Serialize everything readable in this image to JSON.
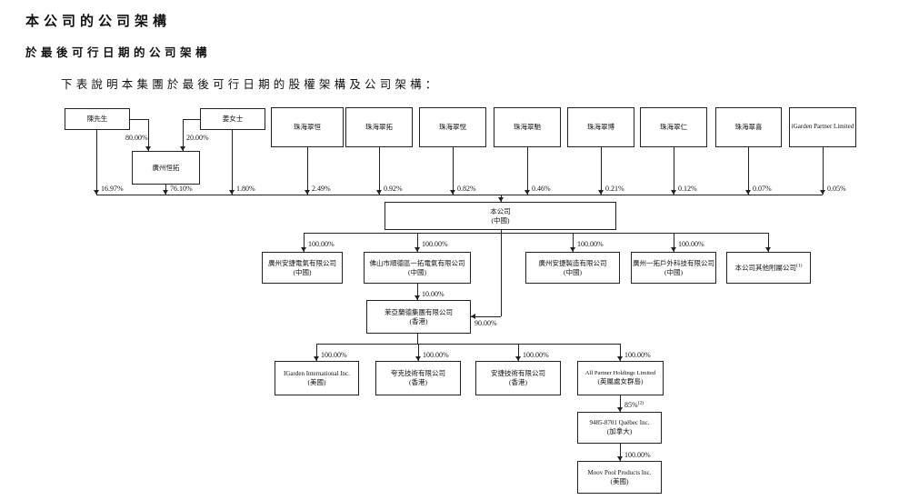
{
  "page": {
    "title": "本公司的公司架構",
    "subtitle": "於最後可行日期的公司架構",
    "intro": "下表說明本集團於最後可行日期的股權架構及公司架構："
  },
  "colors": {
    "ink": "#111111",
    "background": "#ffffff"
  },
  "structure": {
    "individuals": [
      {
        "name": "陳先生",
        "stake_in_hengtuo": "80.00%",
        "stake_in_company": "16.97%"
      },
      {
        "name": "姜女士",
        "stake_in_hengtuo": "20.00%",
        "stake_in_company": "1.80%"
      }
    ],
    "intermediate_holdco": {
      "name": "廣州恒拓",
      "stake_in_company": "76.10%"
    },
    "top_shareholders": [
      {
        "name": "珠海翠恒",
        "pct": "2.49%"
      },
      {
        "name": "珠海翠拓",
        "pct": "0.92%"
      },
      {
        "name": "珠海翠悅",
        "pct": "0.82%"
      },
      {
        "name": "珠海翠馳",
        "pct": "0.46%"
      },
      {
        "name": "珠海翠博",
        "pct": "0.21%"
      },
      {
        "name": "珠海翠仁",
        "pct": "0.12%"
      },
      {
        "name": "珠海翠喜",
        "pct": "0.07%"
      },
      {
        "name": "iGarden Partner Limited",
        "pct": "0.05%"
      }
    ],
    "company": {
      "name": "本公司",
      "jurisdiction": "(中國)"
    },
    "prc_subsidiaries": [
      {
        "name": "廣州安捷電氣有限公司",
        "jurisdiction": "(中國)",
        "pct": "100.00%"
      },
      {
        "name": "佛山市順德區一拓電氣有限公司",
        "jurisdiction": "(中國)",
        "pct": "100.00%"
      },
      {
        "name": "廣州安捷製造有限公司",
        "jurisdiction": "(中國)",
        "pct": "100.00%"
      },
      {
        "name": "廣州一拓戶外科技有限公司",
        "jurisdiction": "(中國)",
        "pct": "100.00%"
      },
      {
        "name": "本公司其他附屬公司",
        "note": "(1)"
      }
    ],
    "hk_holdco": {
      "name": "茉亞蘭德集團有限公司",
      "jurisdiction": "(香港)",
      "pct_from_foshan": "10.00%",
      "pct_from_company": "90.00%"
    },
    "overseas_subsidiaries": [
      {
        "name": "IGarden International Inc.",
        "jurisdiction": "(美國)",
        "pct": "100.00%"
      },
      {
        "name": "夸克技術有限公司",
        "jurisdiction": "(香港)",
        "pct": "100.00%"
      },
      {
        "name": "安捷技術有限公司",
        "jurisdiction": "(香港)",
        "pct": "100.00%"
      },
      {
        "name": "All Partner Holdings Limited",
        "jurisdiction": "(英屬處女群島)",
        "pct": "100.00%"
      }
    ],
    "canada_chain": [
      {
        "name": "9485-8701 Québec Inc.",
        "jurisdiction": "(加拿大)",
        "pct": "85%",
        "note": "(2)"
      },
      {
        "name": "Moov Pool Products Inc.",
        "jurisdiction": "(美國)",
        "pct": "100.00%"
      }
    ]
  }
}
